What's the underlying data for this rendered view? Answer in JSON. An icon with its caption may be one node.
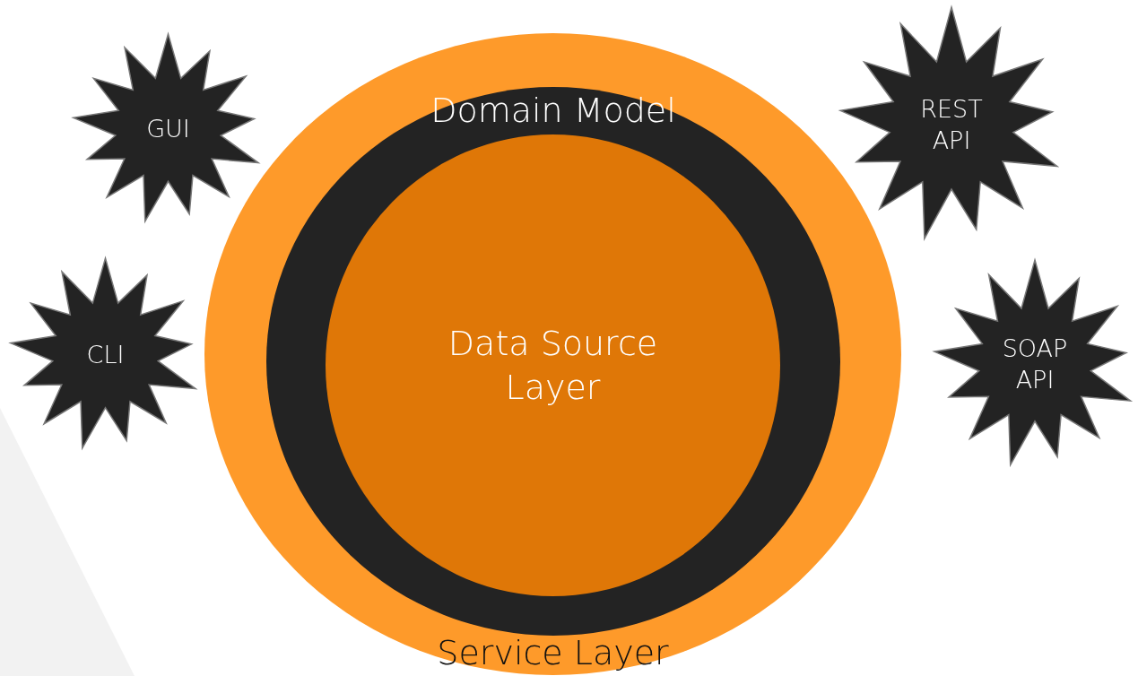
{
  "diagram": {
    "nodes": [
      {
        "text": [
          "Service Layer"
        ]
      },
      {
        "text": [
          "Domain Model"
        ],
        "in": 0
      },
      {
        "text": [
          "Data Source Layer"
        ],
        "in": 1
      },
      {
        "text": [
          "GUI"
        ]
      },
      {
        "text": [
          "REST API"
        ]
      },
      {
        "text": [
          "CLI"
        ]
      },
      {
        "text": [
          "SOAP API"
        ]
      }
    ]
  }
}
